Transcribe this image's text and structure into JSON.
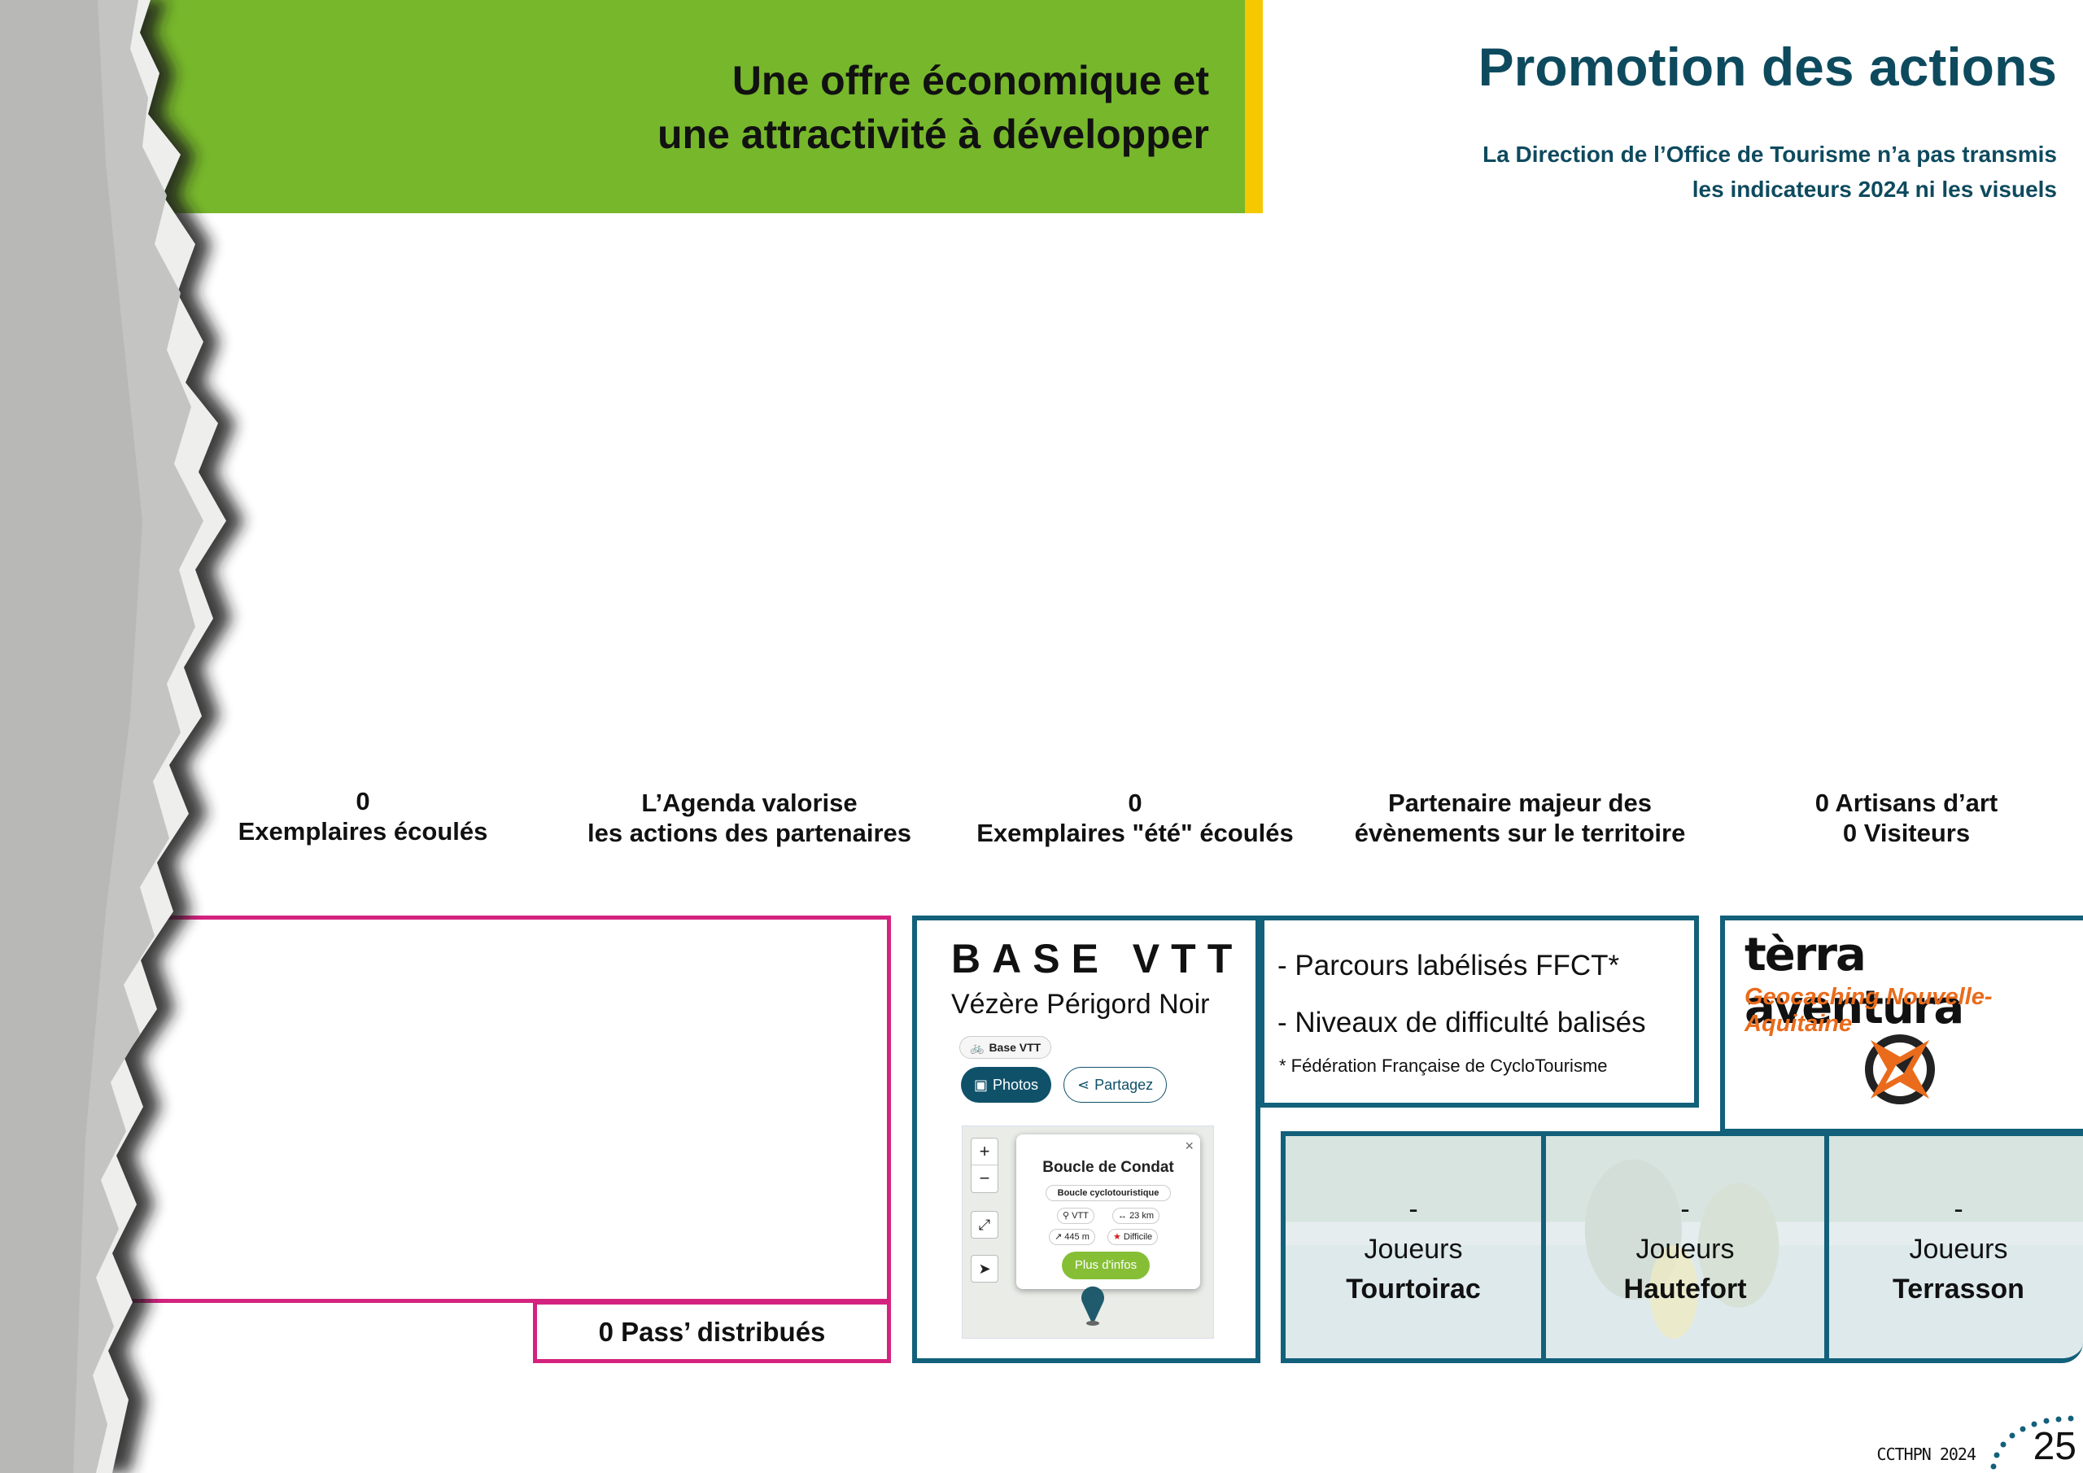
{
  "header": {
    "banner_title_line1": "Une offre économique et",
    "banner_title_line2": "une attractivité à développer",
    "page_title": "Promotion des actions",
    "subtitle_line1": "La Direction de l’Office de Tourisme n’a pas transmis",
    "subtitle_line2": "les indicateurs 2024 ni les visuels"
  },
  "stats": [
    {
      "line1": "0",
      "line2": "Exemplaires écoulés"
    },
    {
      "line1": "L’Agenda valorise",
      "line2": "les actions des partenaires"
    },
    {
      "line1": "0",
      "line2": "Exemplaires \"été\" écoulés"
    },
    {
      "line1": "Partenaire majeur des",
      "line2": "évènements sur le territoire"
    },
    {
      "line1": "0 Artisans d’art",
      "line2": "0 Visiteurs"
    }
  ],
  "pass": {
    "label": "0 Pass’ distribués"
  },
  "base_vtt": {
    "title": "BASE VTT",
    "subtitle": "Vézère Périgord Noir",
    "chip": "Base VTT",
    "photos_button": "Photos",
    "share_button": "Partagez",
    "map_zoom_in": "+",
    "map_zoom_out": "−",
    "popup": {
      "title": "Boucle de Condat",
      "type": "Boucle cyclotouristique",
      "activity": "VTT",
      "distance": "23 km",
      "elevation": "445 m",
      "difficulty": "Difficile",
      "button": "Plus d'infos",
      "close": "×"
    }
  },
  "ffct": {
    "line1": "- Parcours labélisés FFCT*",
    "line2": "- Niveaux de difficulté balisés",
    "note": "* Fédération Française de CycloTourisme"
  },
  "terra": {
    "logo": "tèrra aventura",
    "tagline": "Geocaching Nouvelle-Aquitaine",
    "icon": "compass-icon"
  },
  "joueurs": [
    {
      "count": "-",
      "label": "Joueurs",
      "town": "Tourtoirac"
    },
    {
      "count": "-",
      "label": "Joueurs",
      "town": "Hautefort"
    },
    {
      "count": "-",
      "label": "Joueurs",
      "town": "Terrasson"
    }
  ],
  "footer": {
    "label": "CCTHPN 2024",
    "page_number": "25"
  },
  "colors": {
    "green": "#77b72c",
    "yellow": "#f6c800",
    "teal": "#12607a",
    "navy": "#0e4a5e",
    "pink": "#d4237f",
    "orange": "#ea6b1b"
  }
}
